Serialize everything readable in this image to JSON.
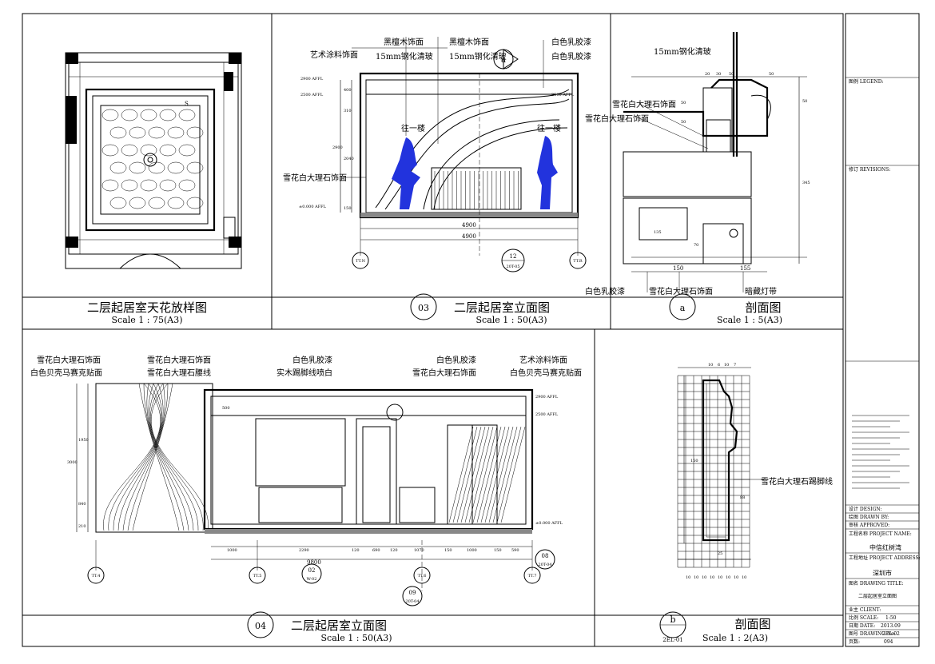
{
  "panels": {
    "ceiling_plan": {
      "title": "二层起居室天花放样图",
      "scale": "Scale 1 : 75(A3)"
    },
    "elevation_03": {
      "number": "03",
      "title": "二层起居室立面图",
      "scale": "Scale 1 : 50(A3)",
      "labels": [
        "黑檀木饰面",
        "艺术涂料饰面",
        "15mm钢化清玻",
        "黑檀木饰面",
        "15mm钢化清玻",
        "白色乳胶漆",
        "白色乳胶漆",
        "雪花白大理石饰面"
      ],
      "levels": [
        "2900 AFFL",
        "2500 AFFL",
        "2500 AFFL",
        "±0.000 AFFL"
      ],
      "dims_v": [
        "400",
        "310",
        "2900",
        "2040",
        "150"
      ],
      "dims_h": [
        "4900",
        "4900"
      ],
      "stair_labels": [
        "往一楼",
        "往一楼"
      ],
      "axes": [
        "TT.N",
        "TT.R"
      ],
      "section_mark": "a",
      "ref_mark": {
        "top": "12",
        "bottom": "20T-05"
      }
    },
    "section_a": {
      "mark": "a",
      "title": "剖面图",
      "scale": "Scale 1 : 5(A3)",
      "labels": [
        "15mm钢化清玻",
        "雪花白大理石饰面",
        "雪花白大理石饰面",
        "白色乳胶漆",
        "雪花白大理石饰面",
        "暗藏灯带"
      ],
      "dims": [
        "20",
        "30",
        "50",
        "50",
        "50",
        "50",
        "50",
        "345",
        "135",
        "70",
        "150",
        "155"
      ]
    },
    "elevation_04": {
      "number": "04",
      "title": "二层起居室立面图",
      "scale": "Scale 1 : 50(A3)",
      "labels_left": [
        "雪花白大理石饰面",
        "白色贝壳马赛克贴面"
      ],
      "labels_mid": [
        "雪花白大理石饰面",
        "雪花白大理石腰线"
      ],
      "labels_center": [
        "白色乳胶漆",
        "实木踢脚线喷白"
      ],
      "labels_right_a": [
        "白色乳胶漆",
        "雪花白大理石饰面"
      ],
      "labels_right_b": [
        "艺术涂料饰面",
        "白色贝壳马赛克贴面"
      ],
      "levels": [
        "2900 AFFL",
        "2500 AFFL",
        "±0.000 AFFL"
      ],
      "dims_v": [
        "3000",
        "1950",
        "840",
        "210",
        "500"
      ],
      "dims_h": [
        "1000",
        "2290",
        "120",
        "690",
        "120",
        "1070",
        "150",
        "1000",
        "150",
        "590"
      ],
      "total": "9800",
      "axes": [
        "TT.4",
        "TT.5",
        "TT.6",
        "TT.7"
      ],
      "marks": [
        {
          "top": "02",
          "bottom": "W-02"
        },
        {
          "top": "09",
          "bottom": "20T-04"
        },
        {
          "top": "08",
          "bottom": "20T-04"
        }
      ]
    },
    "section_b": {
      "mark": "b",
      "mark_ref": "2EL-01",
      "title": "剖面图",
      "scale": "Scale 1 : 2(A3)",
      "label": "雪花白大理石踢脚线",
      "dims_top": [
        "10",
        "6",
        "10",
        "7"
      ],
      "dims_side": [
        "150",
        "88"
      ],
      "dims_bottom": [
        "25",
        "10",
        "10",
        "10",
        "10",
        "10",
        "10",
        "10",
        "10"
      ]
    }
  },
  "title_block": {
    "fields": [
      {
        "label": "图例 LEGEND:",
        "value": ""
      },
      {
        "label": "修订 REVISIONS:",
        "value": ""
      },
      {
        "label": "设计 DESIGN:",
        "value": ""
      },
      {
        "label": "绘图 DRAWN BY:",
        "value": ""
      },
      {
        "label": "审核 APPROVED:",
        "value": ""
      },
      {
        "label": "工程名称 PROJECT NAME:",
        "value": "中信红树湾"
      },
      {
        "label": "工程地址 PROJECT ADDRESS:",
        "value": "深圳市"
      },
      {
        "label": "图名 DRAWING TITLE:",
        "value": "二层起居室立面图"
      },
      {
        "label": "业主 CLIENT:",
        "value": ""
      },
      {
        "label": "比例 SCALE:",
        "value": "1:50"
      },
      {
        "label": "日期 DATE:",
        "value": "2013.09"
      },
      {
        "label": "图号 DRAWING No:",
        "value": "2EL-02"
      },
      {
        "label": "页数:",
        "value": "094"
      }
    ]
  }
}
